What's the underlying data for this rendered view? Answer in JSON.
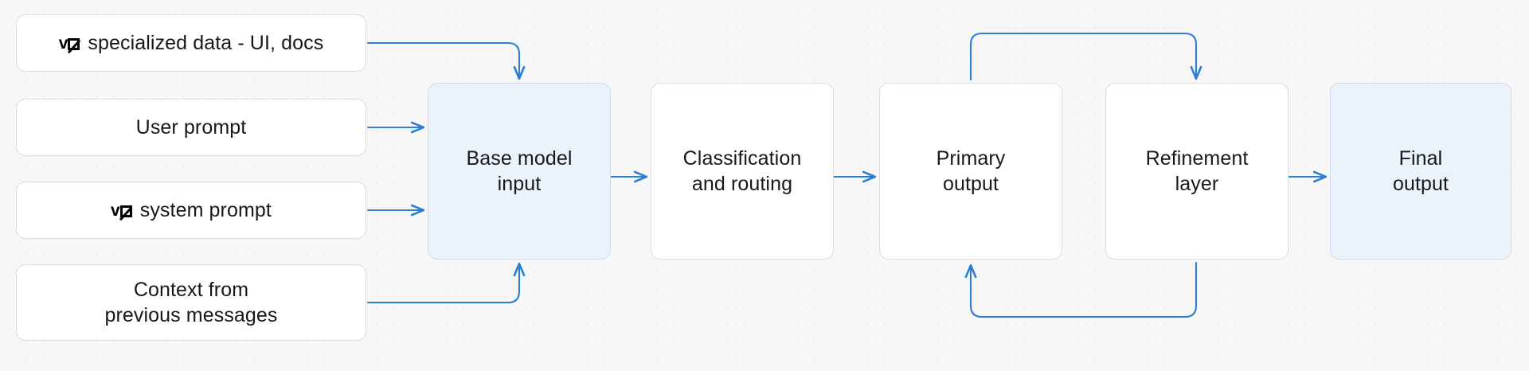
{
  "theme": {
    "canvas_bg": "#f7f7f7",
    "node_bg": "#ffffff",
    "node_border": "#dcdcdc",
    "tinted_node_bg": "#eaf2fc",
    "tinted_node_border": "#ccdcf0",
    "connector_color": "#2b7fd4",
    "text_color": "#17181a"
  },
  "diagram": {
    "type": "flowchart",
    "orientation": "left-to-right",
    "inputs": [
      {
        "id": "specialized-data",
        "logo": "v0",
        "label": "specialized data - UI, docs"
      },
      {
        "id": "user-prompt",
        "logo": null,
        "label": "User prompt"
      },
      {
        "id": "system-prompt",
        "logo": "v0",
        "label": "system prompt"
      },
      {
        "id": "context",
        "logo": null,
        "label": "Context from\nprevious messages"
      }
    ],
    "stages": [
      {
        "id": "base-model-input",
        "label": "Base model\ninput",
        "tinted": true
      },
      {
        "id": "classification-routing",
        "label": "Classification\nand routing",
        "tinted": false
      },
      {
        "id": "primary-output",
        "label": "Primary\noutput",
        "tinted": false
      },
      {
        "id": "refinement-layer",
        "label": "Refinement\nlayer",
        "tinted": false
      },
      {
        "id": "final-output",
        "label": "Final\noutput",
        "tinted": true
      }
    ],
    "connections": [
      {
        "from": "specialized-data",
        "to": "base-model-input",
        "style": "elbow-down",
        "arrow": true
      },
      {
        "from": "user-prompt",
        "to": "base-model-input",
        "style": "straight",
        "arrow": true
      },
      {
        "from": "system-prompt",
        "to": "base-model-input",
        "style": "straight",
        "arrow": true
      },
      {
        "from": "context",
        "to": "base-model-input",
        "style": "elbow-up",
        "arrow": true
      },
      {
        "from": "base-model-input",
        "to": "classification-routing",
        "style": "straight",
        "arrow": true
      },
      {
        "from": "classification-routing",
        "to": "primary-output",
        "style": "straight",
        "arrow": true
      },
      {
        "from": "primary-output",
        "to": "refinement-layer",
        "style": "loop-over",
        "arrow": true
      },
      {
        "from": "refinement-layer",
        "to": "primary-output",
        "style": "loop-under",
        "arrow": true
      },
      {
        "from": "refinement-layer",
        "to": "final-output",
        "style": "straight",
        "arrow": true
      }
    ]
  },
  "logo": {
    "v0_v": "v",
    "v0_zero": "0"
  }
}
